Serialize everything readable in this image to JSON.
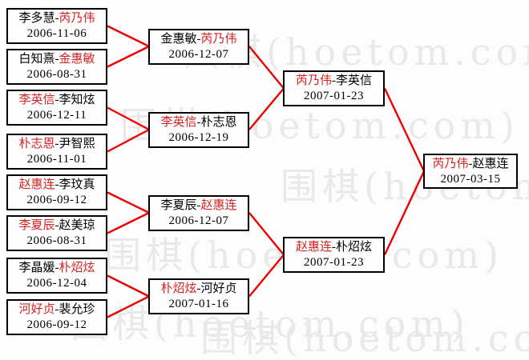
{
  "diagram": {
    "type": "tournament-bracket",
    "watermark": "围棋(hoetom.com)",
    "separator": "-",
    "colors": {
      "background": "#fdfdfd",
      "border": "#000000",
      "text": "#000000",
      "winner": "#d42222",
      "line": "#ee0000",
      "watermark": "#e9e9e9",
      "boxbg": "#fefefe"
    },
    "rounds": {
      "round1": [
        {
          "p1": "李多慧",
          "p2": "芮乃伟",
          "date": "2006-11-06",
          "winner": "芮乃伟"
        },
        {
          "p1": "白知熹",
          "p2": "金惠敏",
          "date": "2006-08-31",
          "winner": "金惠敏"
        },
        {
          "p1": "李英信",
          "p2": "李知炫",
          "date": "2006-12-11",
          "winner": "李英信"
        },
        {
          "p1": "朴志恩",
          "p2": "尹智熙",
          "date": "2006-11-01",
          "winner": "朴志恩"
        },
        {
          "p1": "赵惠连",
          "p2": "李玟真",
          "date": "2006-09-12",
          "winner": "赵惠连"
        },
        {
          "p1": "李夏辰",
          "p2": "赵美琼",
          "date": "2006-08-31",
          "winner": "李夏辰"
        },
        {
          "p1": "李晶媛",
          "p2": "朴炤炫",
          "date": "2006-12-04",
          "winner": "朴炤炫"
        },
        {
          "p1": "河好贞",
          "p2": "裴允珍",
          "date": "2006-09-12",
          "winner": "河好贞"
        }
      ],
      "round2": [
        {
          "p1": "金惠敏",
          "p2": "芮乃伟",
          "date": "2006-12-07",
          "winner": "芮乃伟"
        },
        {
          "p1": "李英信",
          "p2": "朴志恩",
          "date": "2006-12-19",
          "winner": "李英信"
        },
        {
          "p1": "李夏辰",
          "p2": "赵惠连",
          "date": "2006-12-07",
          "winner": "赵惠连"
        },
        {
          "p1": "朴炤炫",
          "p2": "河好贞",
          "date": "2007-01-16",
          "winner": "朴炤炫"
        }
      ],
      "semifinals": [
        {
          "p1": "芮乃伟",
          "p2": "李英信",
          "date": "2007-01-23",
          "winner": "芮乃伟"
        },
        {
          "p1": "赵惠连",
          "p2": "朴炤炫",
          "date": "2007-01-23",
          "winner": "赵惠连"
        }
      ],
      "final": [
        {
          "p1": "芮乃伟",
          "p2": "赵惠连",
          "date": "2007-03-15",
          "winner": "芮乃伟"
        }
      ]
    }
  }
}
